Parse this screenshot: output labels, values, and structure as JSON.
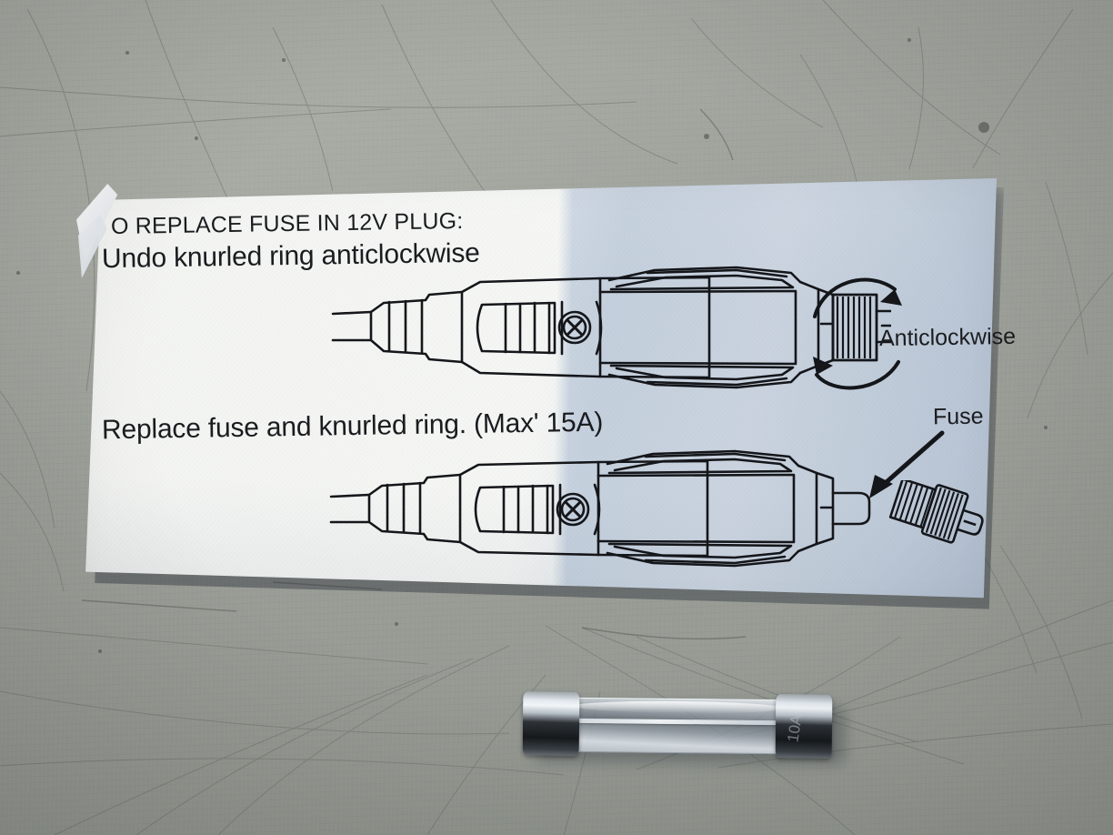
{
  "scene": {
    "title": "12V plug fuse replacement instruction leaflet on a workbench",
    "surface_color": "#9ea29b",
    "paper_color": "#f5f6f4",
    "paper_shadow_color": "#c3cedb",
    "ink_color": "#1a1c1f"
  },
  "leaflet": {
    "heading": "O REPLACE FUSE IN 12V PLUG:",
    "heading_full_intended": "TO REPLACE FUSE IN 12V PLUG:",
    "heading_note": "first letters hidden by folded paper corner",
    "step1": "Undo knurled ring anticlockwise",
    "step2": "Replace fuse and knurled ring. (Max' 15A)",
    "labels": {
      "anticlockwise": "Anticlockwise",
      "fuse": "Fuse"
    },
    "diagram_top": {
      "name": "12v-plug-with-knurled-ring",
      "parts": [
        "cable",
        "strain-relief",
        "plug-body",
        "screw",
        "grip-vents",
        "knurled-ring",
        "centre-pin"
      ]
    },
    "diagram_bottom": {
      "name": "12v-plug-with-ring-removed",
      "parts": [
        "cable",
        "strain-relief",
        "plug-body",
        "screw",
        "grip-vents",
        "exposed-tip",
        "detached-knurled-cap"
      ]
    }
  },
  "objects": {
    "glass_fuse": {
      "name": "glass-cartridge-fuse",
      "cap_marking": "10A"
    }
  }
}
